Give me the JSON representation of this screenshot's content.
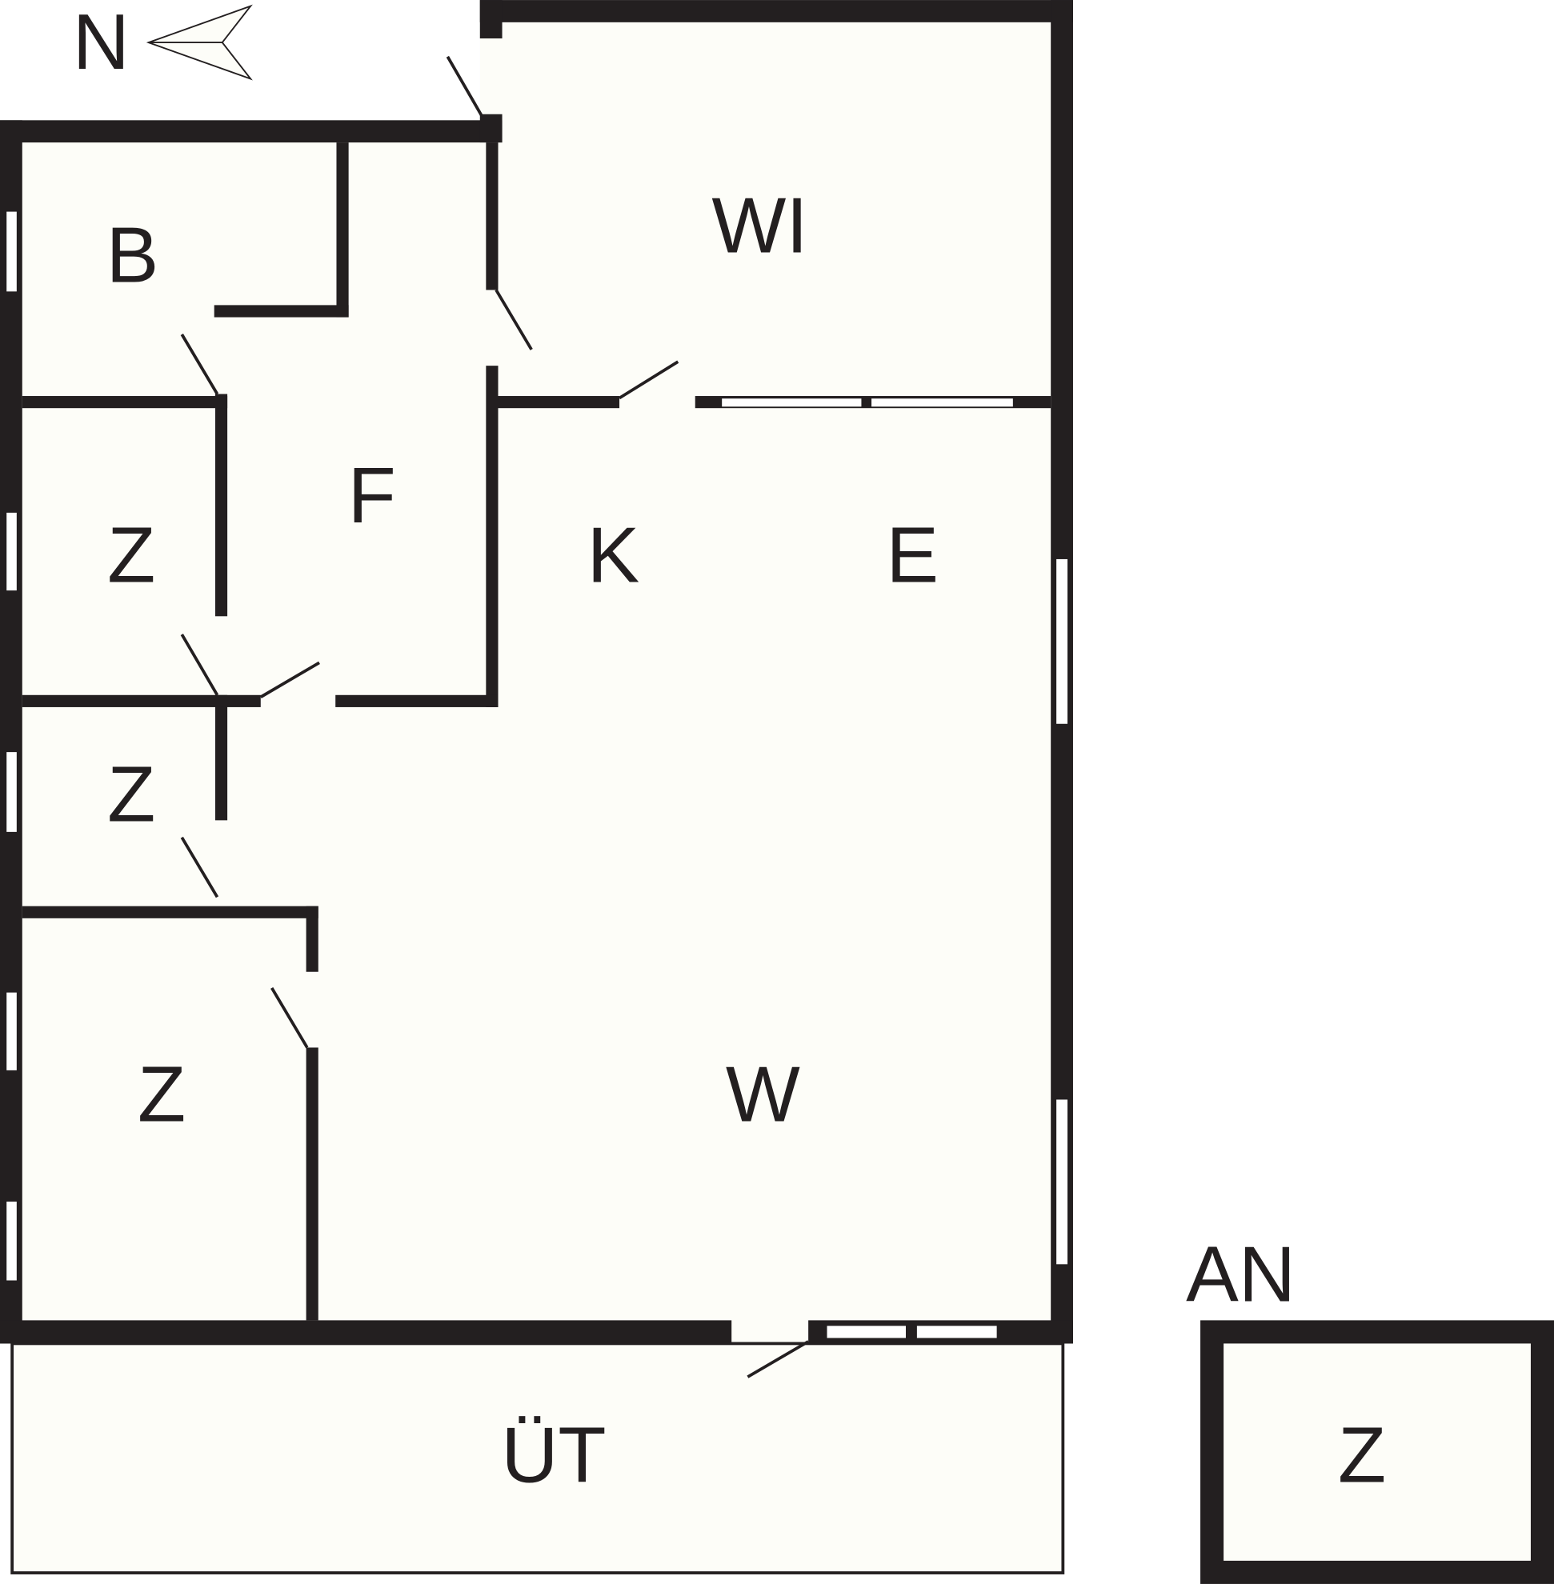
{
  "compass": {
    "label": "N"
  },
  "rooms": {
    "wi": "WI",
    "b": "B",
    "f": "F",
    "k": "K",
    "e": "E",
    "z1": "Z",
    "z2": "Z",
    "z3": "Z",
    "w": "W",
    "ut": "ÜT",
    "an_title": "AN",
    "an_z": "Z"
  },
  "colors": {
    "wall": "#231f20",
    "floor": "#fdfdf8"
  }
}
